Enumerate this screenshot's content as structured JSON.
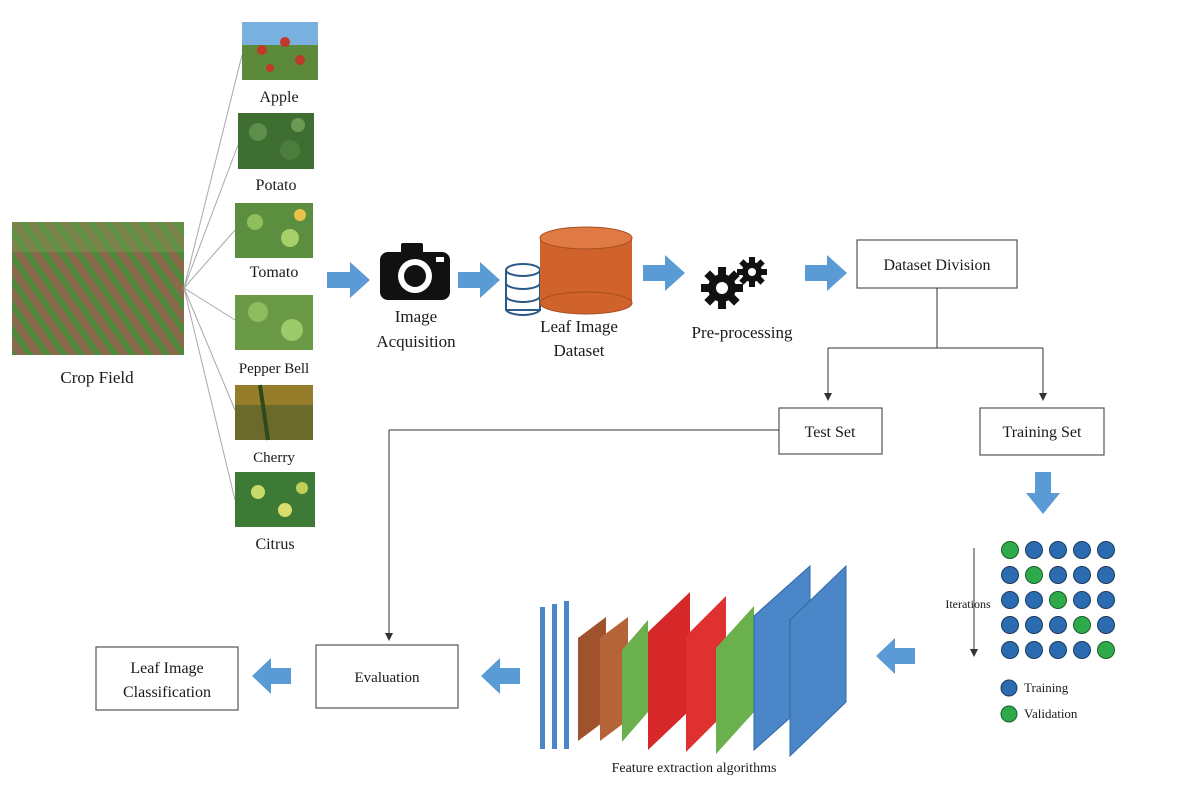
{
  "crop_field_label": "Crop Field",
  "crops": [
    "Apple",
    "Potato",
    "Tomato",
    "Pepper Bell",
    "Cherry",
    "Citrus"
  ],
  "image_acquisition": [
    "Image",
    "Acquisition"
  ],
  "leaf_dataset": [
    "Leaf Image",
    "Dataset"
  ],
  "preprocessing": "Pre-processing",
  "dataset_division": "Dataset Division",
  "test_set": "Test Set",
  "training_set": "Training Set",
  "iterations": "Iterations",
  "legend": {
    "training": "Training",
    "validation": "Validation"
  },
  "feature_extraction": "Feature extraction algorithms",
  "evaluation": "Evaluation",
  "classification": [
    "Leaf Image",
    "Classification"
  ],
  "colors": {
    "arrow": "#5b9bd5",
    "cylinder": "#d0632c",
    "training_dot": "#2b6cb0",
    "validation_dot": "#2faa4a",
    "cnn_brown": "#a0522d",
    "cnn_green": "#6ab04c",
    "cnn_red": "#d62828",
    "cnn_blue": "#4a86c8"
  }
}
